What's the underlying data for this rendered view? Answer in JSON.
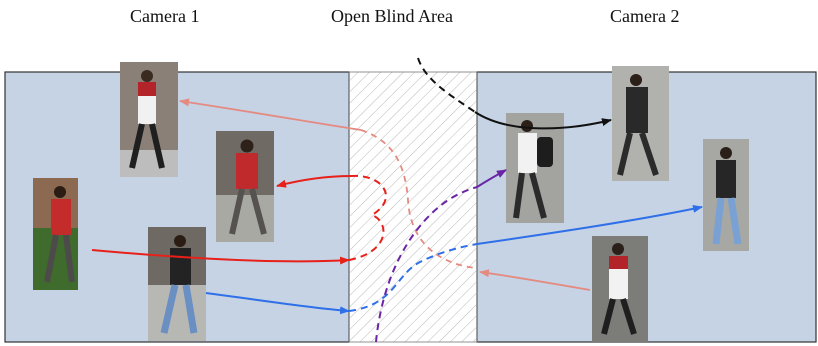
{
  "labels": {
    "camera1": "Camera 1",
    "blind_area": "Open Blind Area",
    "camera2": "Camera 2"
  },
  "colors": {
    "camera_bg": "#c5d3e5",
    "blind_hatch": "#b9b9b9",
    "red_path": "#e8201a",
    "pink_path": "#e58a80",
    "blue_path": "#2f6fe8",
    "purple_path": "#6a25a6",
    "black_path": "#111111"
  },
  "people": [
    {
      "id": "white-red-shirt",
      "camera": 1
    },
    {
      "id": "red-shirt",
      "camera": 1
    },
    {
      "id": "red-shirt-background",
      "camera": 1
    },
    {
      "id": "black-jacket-jeans",
      "camera": 1
    },
    {
      "id": "backpack-walker",
      "camera": 2
    },
    {
      "id": "dark-coat",
      "camera": 2
    },
    {
      "id": "black-jacket-jeans",
      "camera": 2
    },
    {
      "id": "white-red-shirt",
      "camera": 2
    }
  ]
}
